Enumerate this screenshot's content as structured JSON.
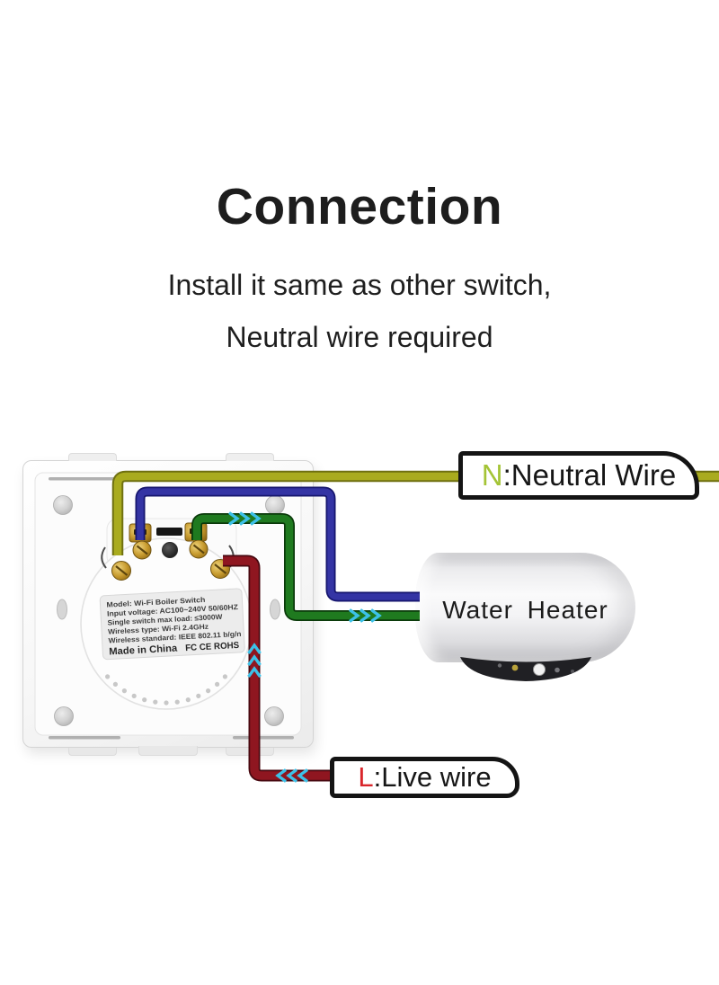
{
  "header": {
    "title": "Connection",
    "subtitle_line1": "Install it same as other switch,",
    "subtitle_line2": "Neutral wire required"
  },
  "diagram": {
    "neutral_label": {
      "prefix": "N",
      "rest": ":Neutral Wire",
      "prefix_color": "#a4c436"
    },
    "live_label": {
      "prefix": "L",
      "rest": ":Live wire",
      "prefix_color": "#d9262b"
    },
    "heater": {
      "label": "Water Heater"
    },
    "sticker": {
      "lines": [
        "Model: Wi-Fi Boiler Switch",
        "Input voltage: AC100~240V 50/60HZ",
        "Single switch max load: ≤3000W",
        "Wireless type: Wi-Fi 2.4GHz",
        "Wireless standard: IEEE 802.11 b/g/n"
      ],
      "made_in": "Made in China",
      "certifications": "FC CE ROHS"
    },
    "wire_colors": {
      "neutral_yellow": "#a9ab1e",
      "heater_blue": "#3434a4",
      "heater_green": "#1f7a1f",
      "live_red": "#8f1620",
      "arrow_cyan": "#3cc1e8"
    }
  }
}
